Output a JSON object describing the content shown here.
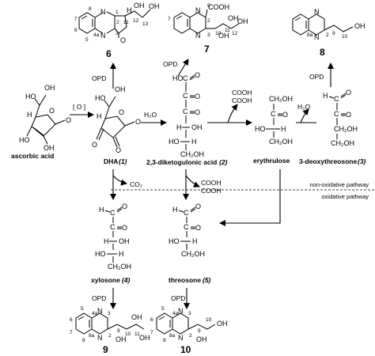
{
  "compounds": {
    "ascorbic_acid": "ascorbic acid",
    "dha": "DHA",
    "dha_num": "(1)",
    "dkg": "2,3-diketogulonic acid",
    "dkg_num": "(2)",
    "erythrulose": "erythrulose",
    "deoxythreosone": "3-deoxythreosone",
    "deoxythreosone_num": "(3)",
    "xylosone": "xylosone",
    "xylosone_num": "(4)",
    "threosone": "threosone",
    "threosone_num": "(5)"
  },
  "numbers": {
    "n6": "6",
    "n7": "7",
    "n8": "8",
    "n9": "9",
    "n10": "10"
  },
  "reagents": {
    "oxidation": "[ O ]",
    "opd": "OPD",
    "h2o": "H₂O",
    "co2": "CO₂",
    "oxalic_top": "COOH",
    "oxalic_bottom": "COOH"
  },
  "pathways": {
    "non_oxidative": "non-oxidative pathway",
    "oxidative": "oxidative pathway"
  },
  "atoms": {
    "OH": "OH",
    "HO": "HO",
    "O": "O",
    "H": "H",
    "N": "N",
    "C": "C",
    "COOH": "COOH",
    "CH2OH": "CH₂OH",
    "OHH": "OH",
    "HOOC": "HO"
  },
  "locants": {
    "l1": "1",
    "l2": "2",
    "l3": "3",
    "l4": "4",
    "l4a": "4a",
    "l5": "5",
    "l6": "6",
    "l7": "7",
    "l8": "8",
    "l8a": "8a",
    "l9": "9",
    "l10": "10",
    "l11": "11",
    "l12": "12",
    "l13": "13"
  }
}
